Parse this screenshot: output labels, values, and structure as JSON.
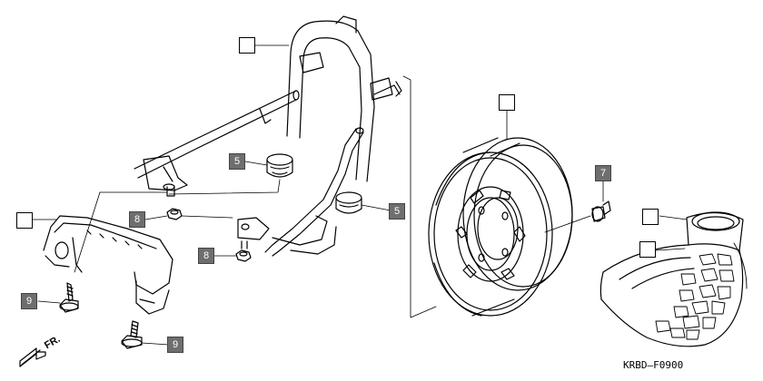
{
  "diagram": {
    "code": "KRBD–F0900",
    "direction_label": "FR.",
    "callouts": [
      {
        "id": "frame",
        "text": "",
        "style": "empty"
      },
      {
        "id": "wheel",
        "text": "",
        "style": "empty"
      },
      {
        "id": "bracket",
        "text": "",
        "style": "empty"
      },
      {
        "id": "tire-outer",
        "text": "",
        "style": "empty"
      },
      {
        "id": "tire-inner",
        "text": "",
        "style": "empty"
      },
      {
        "id": "cushion-upper",
        "text": "5",
        "style": "filled"
      },
      {
        "id": "cushion-lower",
        "text": "5",
        "style": "filled"
      },
      {
        "id": "valve",
        "text": "7",
        "style": "filled"
      },
      {
        "id": "nut-upper",
        "text": "8",
        "style": "filled"
      },
      {
        "id": "nut-lower",
        "text": "8",
        "style": "filled"
      },
      {
        "id": "bolt-upper",
        "text": "9",
        "style": "filled"
      },
      {
        "id": "bolt-lower",
        "text": "9",
        "style": "filled"
      }
    ]
  }
}
